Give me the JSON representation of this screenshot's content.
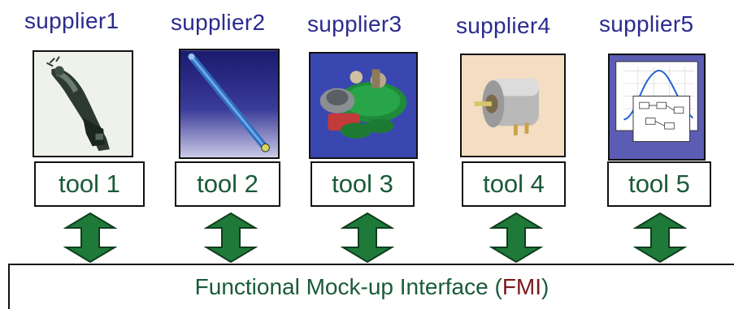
{
  "suppliers": [
    {
      "label": "supplier1",
      "tool": "tool 1"
    },
    {
      "label": "supplier2",
      "tool": "tool 2"
    },
    {
      "label": "supplier3",
      "tool": "tool 3"
    },
    {
      "label": "supplier4",
      "tool": "tool 4"
    },
    {
      "label": "supplier5",
      "tool": "tool 5"
    }
  ],
  "interface": {
    "prefix": "Functional Mock-up Interface (",
    "abbr": "FMI",
    "suffix": ")"
  },
  "colors": {
    "supplier_text": "#2b2b8f",
    "tool_text": "#1a5a3a",
    "arrow_fill": "#1f7a3a",
    "abbr_text": "#7a1b1b"
  }
}
